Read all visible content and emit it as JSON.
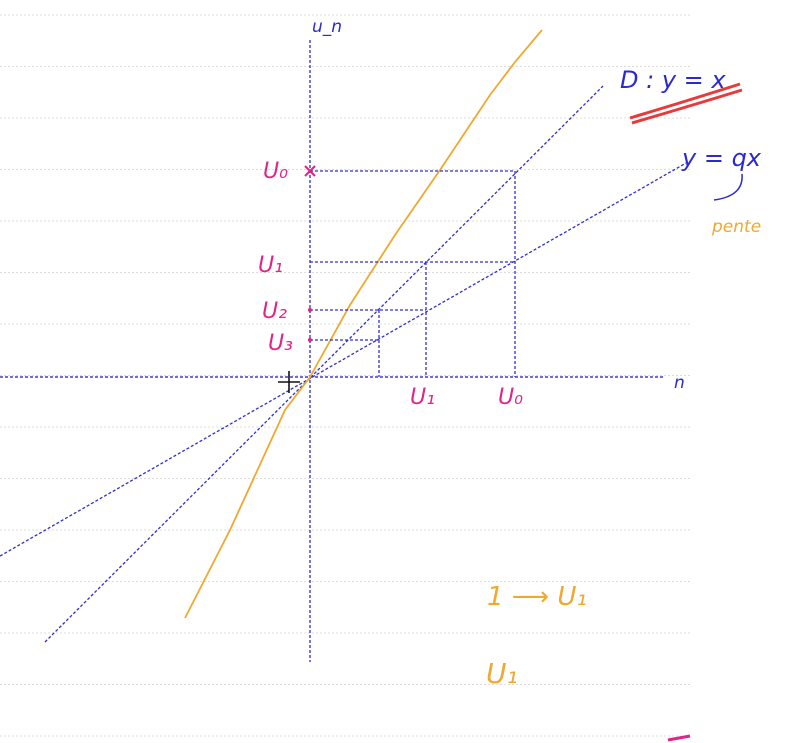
{
  "colors": {
    "ruled_line": "#dcdcdc",
    "axis": "#3b3bd6",
    "construction": "#2f2fd0",
    "orange": "#f0a830",
    "magenta": "#e0248a",
    "blue_text": "#2a2ad0",
    "red_underline": "#e83a3a"
  },
  "labels": {
    "y_axis": "u_n",
    "x_axis": "n",
    "line_d": "D : y = x",
    "line_qx": "y = qx",
    "pente": "pente",
    "u0_y": "U₀",
    "u1_y": "U₁",
    "u2_y": "U₂",
    "u3_y": "U₃",
    "u1_x": "U₁",
    "u0_x": "U₀",
    "orange_note_1": "1 ⟶ U₁",
    "orange_note_2": "U₁"
  },
  "icons": {
    "cursor": "crosshair-cursor-icon"
  }
}
